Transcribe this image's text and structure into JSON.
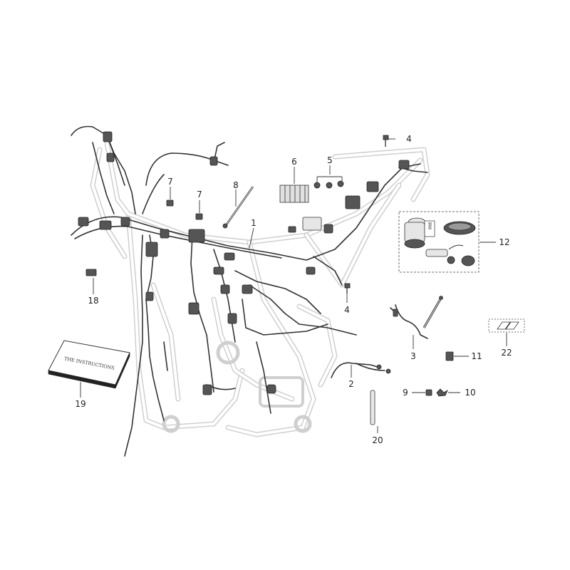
{
  "callouts": [
    {
      "id": "1",
      "text": "1"
    },
    {
      "id": "2",
      "text": "2"
    },
    {
      "id": "3",
      "text": "3"
    },
    {
      "id": "4a",
      "text": "4"
    },
    {
      "id": "4b",
      "text": "4"
    },
    {
      "id": "5",
      "text": "5"
    },
    {
      "id": "6",
      "text": "6"
    },
    {
      "id": "7a",
      "text": "7"
    },
    {
      "id": "7b",
      "text": "7"
    },
    {
      "id": "8",
      "text": "8"
    },
    {
      "id": "9",
      "text": "9"
    },
    {
      "id": "10",
      "text": "10"
    },
    {
      "id": "11",
      "text": "11"
    },
    {
      "id": "12",
      "text": "12"
    },
    {
      "id": "18",
      "text": "18"
    },
    {
      "id": "19",
      "text": "19"
    },
    {
      "id": "20",
      "text": "20"
    },
    {
      "id": "22",
      "text": "22"
    }
  ],
  "manual": {
    "title": "THE INSTRUCTIONS"
  },
  "ignition_key_label": "钥匙",
  "colors": {
    "frame": "#cfcfcf",
    "wire": "#333333",
    "label": "#222222"
  }
}
